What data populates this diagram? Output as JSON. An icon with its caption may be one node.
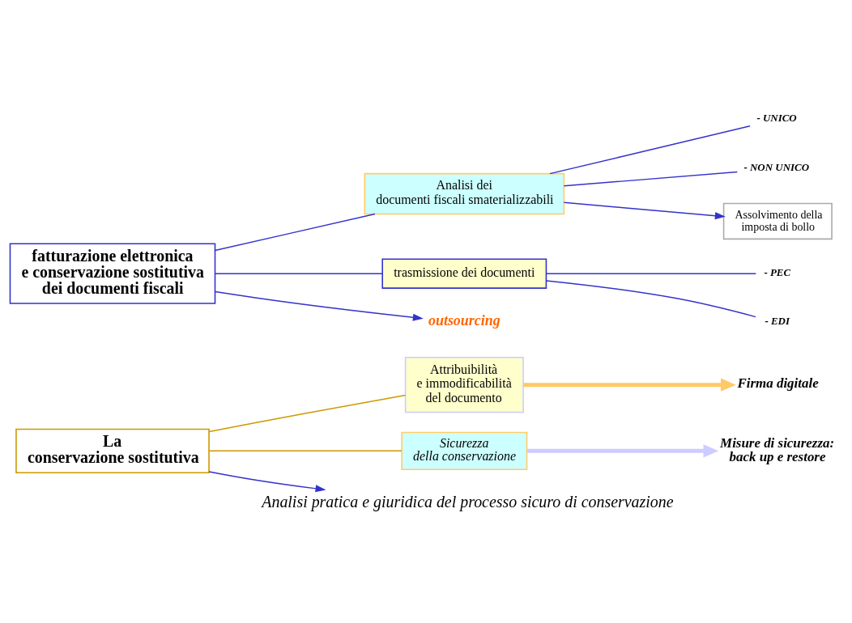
{
  "diagram": {
    "nodes": [
      {
        "text": [
          "La conservazione sostitutiva"
        ]
      },
      {
        "text": [
          "Attribuibilità e immodificabilità del documento"
        ]
      },
      {
        "text": [
          "Firma digitale"
        ]
      },
      {
        "text": [
          "Sicurezza della conservazione"
        ]
      },
      {
        "text": [
          "Misure di sicurezza: back up e restore"
        ]
      },
      {
        "text": [
          "Analisi pratica e giuridica del processo sicuro di conservazione"
        ]
      },
      {
        "text": [
          "fatturazione elettronica e conservazione sostitutiva dei documenti fiscali"
        ]
      },
      {
        "text": [
          "Analisi dei documenti fiscali smaterializzabili"
        ]
      },
      {
        "text": [
          "- UNICO"
        ]
      },
      {
        "text": [
          "- NON UNICO"
        ]
      },
      {
        "text": [
          "Assolvimento della imposta di bollo"
        ]
      },
      {
        "text": [
          "trasmissione dei documenti"
        ]
      },
      {
        "text": [
          "- PEC"
        ]
      },
      {
        "text": [
          "- EDI"
        ]
      },
      {
        "text": [
          "outsourcing"
        ]
      }
    ],
    "edges": [
      {
        "from": 0,
        "to": 1,
        "arrow": "none",
        "color": "#cc9900"
      },
      {
        "from": 0,
        "to": 3,
        "arrow": "none",
        "color": "#cc9900"
      },
      {
        "from": 1,
        "to": 2,
        "arrow": "to",
        "style": "thick",
        "color": "#ffc966"
      },
      {
        "from": 3,
        "to": 4,
        "arrow": "to",
        "style": "thick",
        "color": "#ccccff"
      },
      {
        "from": 0,
        "to": 5,
        "arrow": "to"
      },
      {
        "from": 6,
        "to": 7,
        "arrow": "none"
      },
      {
        "from": 6,
        "to": 11,
        "arrow": "none"
      },
      {
        "from": 7,
        "to": 8,
        "arrow": "none"
      },
      {
        "from": 7,
        "to": 9,
        "arrow": "none"
      },
      {
        "from": 7,
        "to": 10,
        "arrow": "to"
      },
      {
        "from": 11,
        "to": 12,
        "arrow": "none"
      },
      {
        "from": 11,
        "to": 13,
        "arrow": "none"
      },
      {
        "from": 6,
        "to": 14,
        "arrow": "to"
      }
    ]
  }
}
